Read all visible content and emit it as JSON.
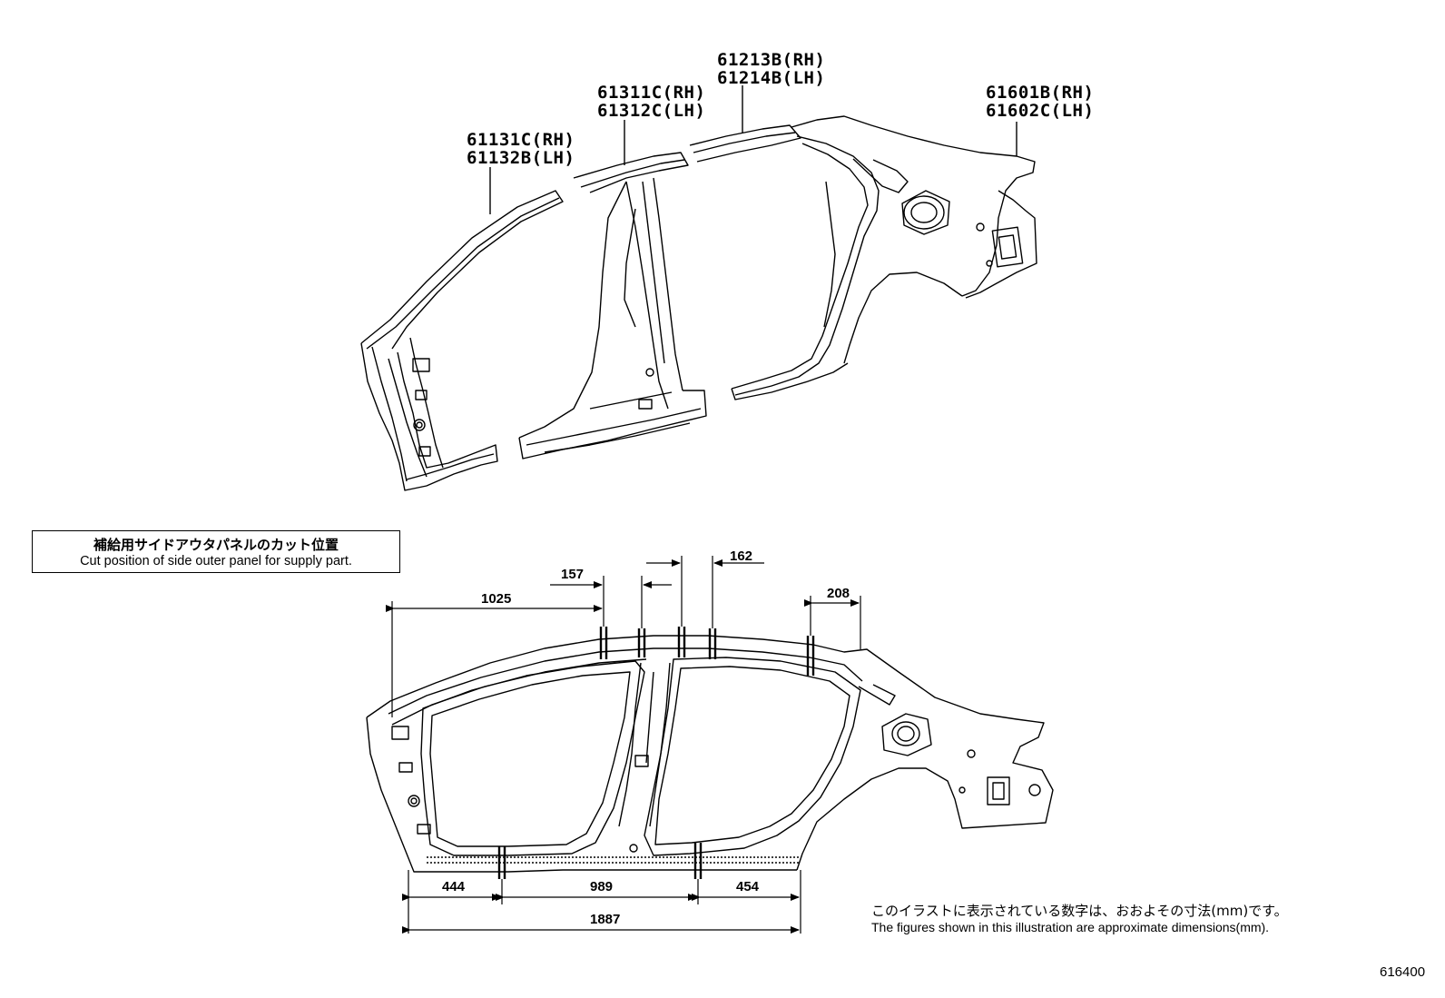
{
  "part_labels": [
    {
      "rh": "61131C(RH)",
      "lh": "61132B(LH)"
    },
    {
      "rh": "61311C(RH)",
      "lh": "61312C(LH)"
    },
    {
      "rh": "61213B(RH)",
      "lh": "61214B(LH)"
    },
    {
      "rh": "61601B(RH)",
      "lh": "61602C(LH)"
    }
  ],
  "cut_box": {
    "title_jp": "補給用サイドアウタパネルのカット位置",
    "title_en": "Cut position of side outer panel for supply part."
  },
  "dimensions": {
    "d1025": "1025",
    "d157": "157",
    "d162": "162",
    "d208": "208",
    "d444": "444",
    "d989": "989",
    "d454": "454",
    "d1887": "1887"
  },
  "note": {
    "jp": "このイラストに表示されている数字は、おおよその寸法(mm)です。",
    "en": "The figures shown in this illustration are approximate dimensions(mm)."
  },
  "figure_number": "616400",
  "colors": {
    "line": "#000000",
    "background": "#ffffff"
  }
}
